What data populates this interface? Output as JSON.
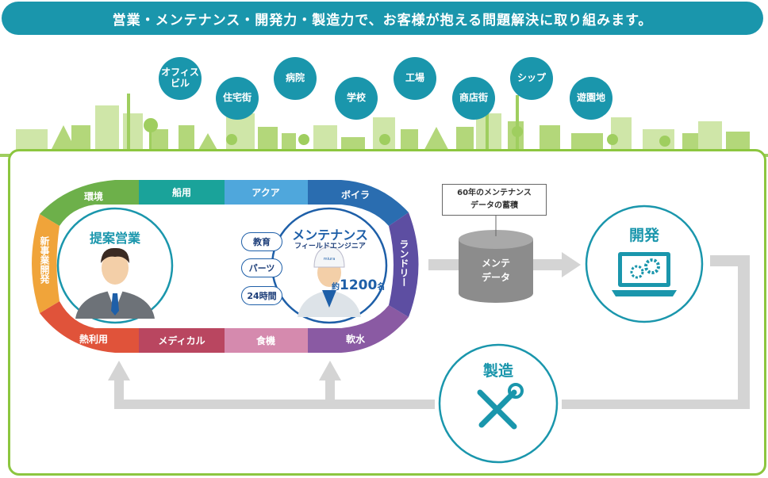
{
  "banner": {
    "text": "営業・メンテナンス・開発力・製造力で、お客様が抱える問題解決に取り組みます。"
  },
  "places": [
    {
      "label": "オフィス\nビル"
    },
    {
      "label": "住宅街"
    },
    {
      "label": "病院"
    },
    {
      "label": "学校"
    },
    {
      "label": "工場"
    },
    {
      "label": "商店街"
    },
    {
      "label": "シップ"
    },
    {
      "label": "遊園地"
    }
  ],
  "ring_segments": {
    "top": [
      "環境",
      "船用",
      "アクア",
      "ボイラ"
    ],
    "bottom": [
      "熱利用",
      "メディカル",
      "食機",
      "軟水"
    ],
    "left": "新事業開発",
    "right": "ランドリー"
  },
  "sales": {
    "title": "提案営業"
  },
  "maintenance": {
    "title": "メンテナンス",
    "subtitle": "フィールドエンジニア",
    "count_prefix": "約",
    "count": "1200",
    "count_unit": "名",
    "pills": [
      "教育",
      "パーツ",
      "24時間"
    ],
    "helmet_text": "miura"
  },
  "database": {
    "callout_line1": "60年のメンテナンス",
    "callout_line2": "データの蓄積",
    "label_line1": "メンテ",
    "label_line2": "データ"
  },
  "development": {
    "title": "開発"
  },
  "manufacturing": {
    "title": "製造"
  },
  "colors": {
    "teal": "#1a96ac",
    "green": "#8cc63f",
    "blue_border": "#1e5fa8",
    "arrow_gray": "#d4d4d4"
  }
}
